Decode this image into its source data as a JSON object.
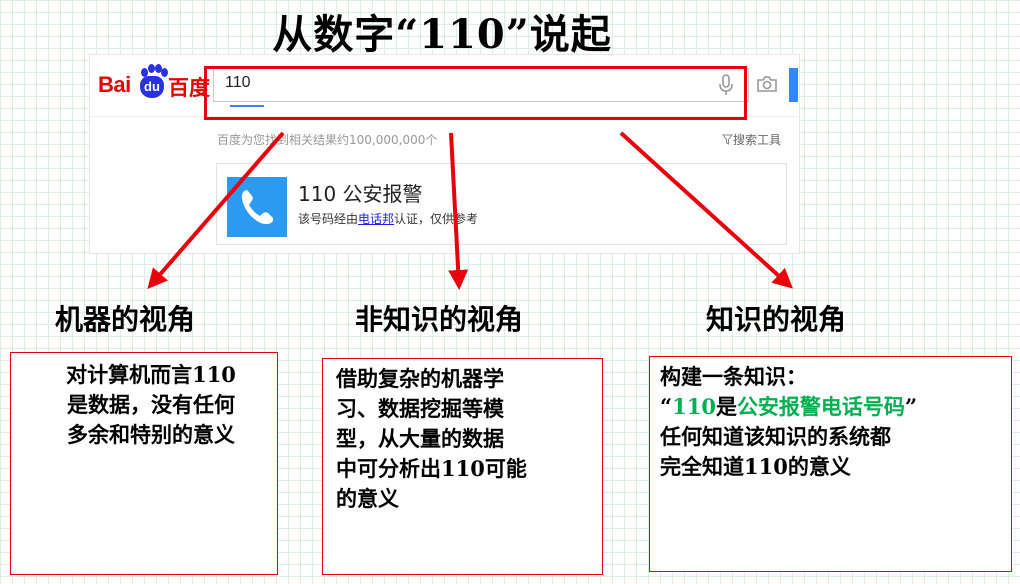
{
  "slide": {
    "title": "从数字“110”说起"
  },
  "search": {
    "logo_left": "Bai",
    "logo_mid": "du",
    "logo_right": "百度",
    "query": "110",
    "result_count": "百度为您找到相关结果约100,000,000个",
    "tools_label": "搜索工具",
    "result_title": "110  公安报警",
    "result_sub_prefix": "该号码经由",
    "result_sub_link": "电话邦",
    "result_sub_suffix": "认证，仅供参考",
    "accent_color": "#3388ff",
    "tile_color": "#2d9af2",
    "icons": [
      "mic-icon",
      "camera-icon",
      "phone-icon",
      "funnel-icon"
    ]
  },
  "views": [
    {
      "heading": "机器的视角",
      "lines": [
        "对计算机而言110",
        "是数据，没有任何",
        "多余和特别的意义"
      ]
    },
    {
      "heading": "非知识的视角",
      "lines": [
        "借助复杂的机器学",
        "习、数据挖掘等模",
        "型，从大量的数据",
        "中可分析出110可能",
        "的意义"
      ]
    },
    {
      "heading": "知识的视角",
      "line1": "构建一条知识：",
      "quote_open": "“",
      "quote_num": "110",
      "quote_is": "是",
      "quote_green": "公安报警电话号码",
      "quote_close": "”",
      "line3": "任何知道该知识的系统都",
      "line4": "完全知道110的意义"
    }
  ],
  "colors": {
    "highlight": "#e8000b",
    "green_text": "#00b050",
    "grid": "#dcefe0"
  }
}
